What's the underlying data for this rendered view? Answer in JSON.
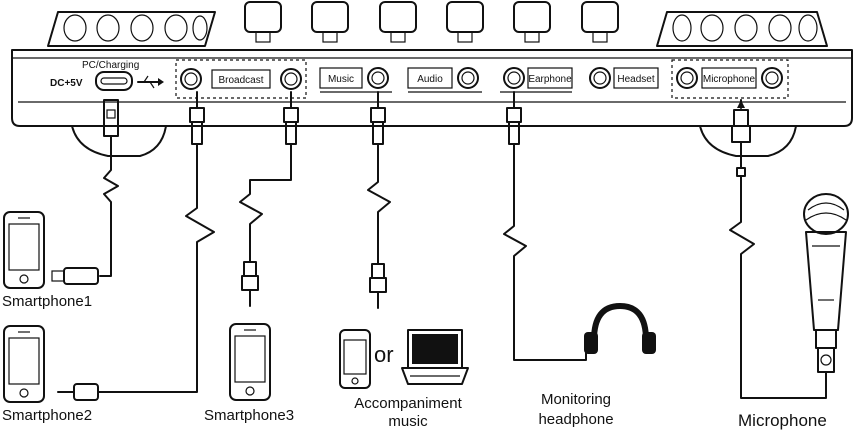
{
  "panel": {
    "power_label": "DC+5V",
    "charging_label": "PC/Charging",
    "usb_symbol": "usb-icon",
    "broadcast": "Broadcast",
    "music": "Music",
    "audio": "Audio",
    "earphone": "Earphone",
    "headset": "Headset",
    "microphone": "Microphone"
  },
  "devices": {
    "smartphone1": "Smartphone1",
    "smartphone2": "Smartphone2",
    "smartphone3": "Smartphone3",
    "or": "or",
    "accompaniment_line1": "Accompaniment",
    "accompaniment_line2": "music",
    "monitoring_line1": "Monitoring",
    "monitoring_line2": "headphone",
    "microphone": "Microphone"
  }
}
